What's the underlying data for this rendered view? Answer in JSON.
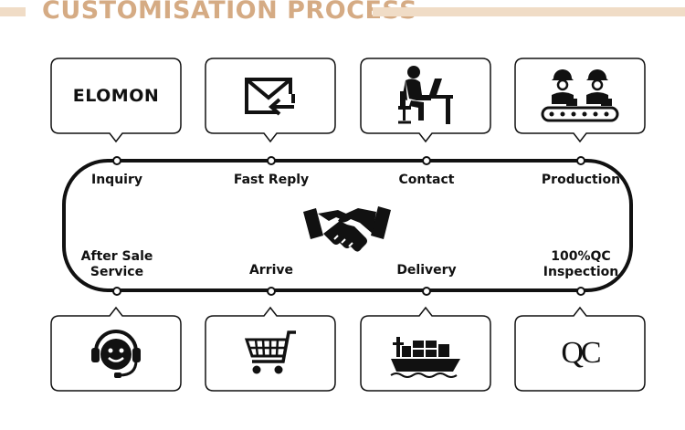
{
  "header": {
    "title": "CUSTOMISATION PROCESS"
  },
  "brand": {
    "name": "ELOMON"
  },
  "top_steps": [
    {
      "label": "Inquiry",
      "icon": "brand-logo"
    },
    {
      "label": "Fast Reply",
      "icon": "mail-reply-icon"
    },
    {
      "label": "Contact",
      "icon": "office-worker-icon"
    },
    {
      "label": "Production",
      "icon": "factory-workers-icon"
    }
  ],
  "bottom_steps": [
    {
      "label": "After Sale\nService",
      "icon": "headset-support-icon"
    },
    {
      "label": "Arrive",
      "icon": "shopping-cart-icon"
    },
    {
      "label": "Delivery",
      "icon": "cargo-ship-icon"
    },
    {
      "label": "100%QC\nInspection",
      "icon": "qc-mark-icon"
    }
  ],
  "qc_mark": "QC",
  "center_icon": "handshake-icon",
  "colors": {
    "title": "#d5ab84",
    "title_bar": "#f0dcc6",
    "line": "#111111"
  }
}
